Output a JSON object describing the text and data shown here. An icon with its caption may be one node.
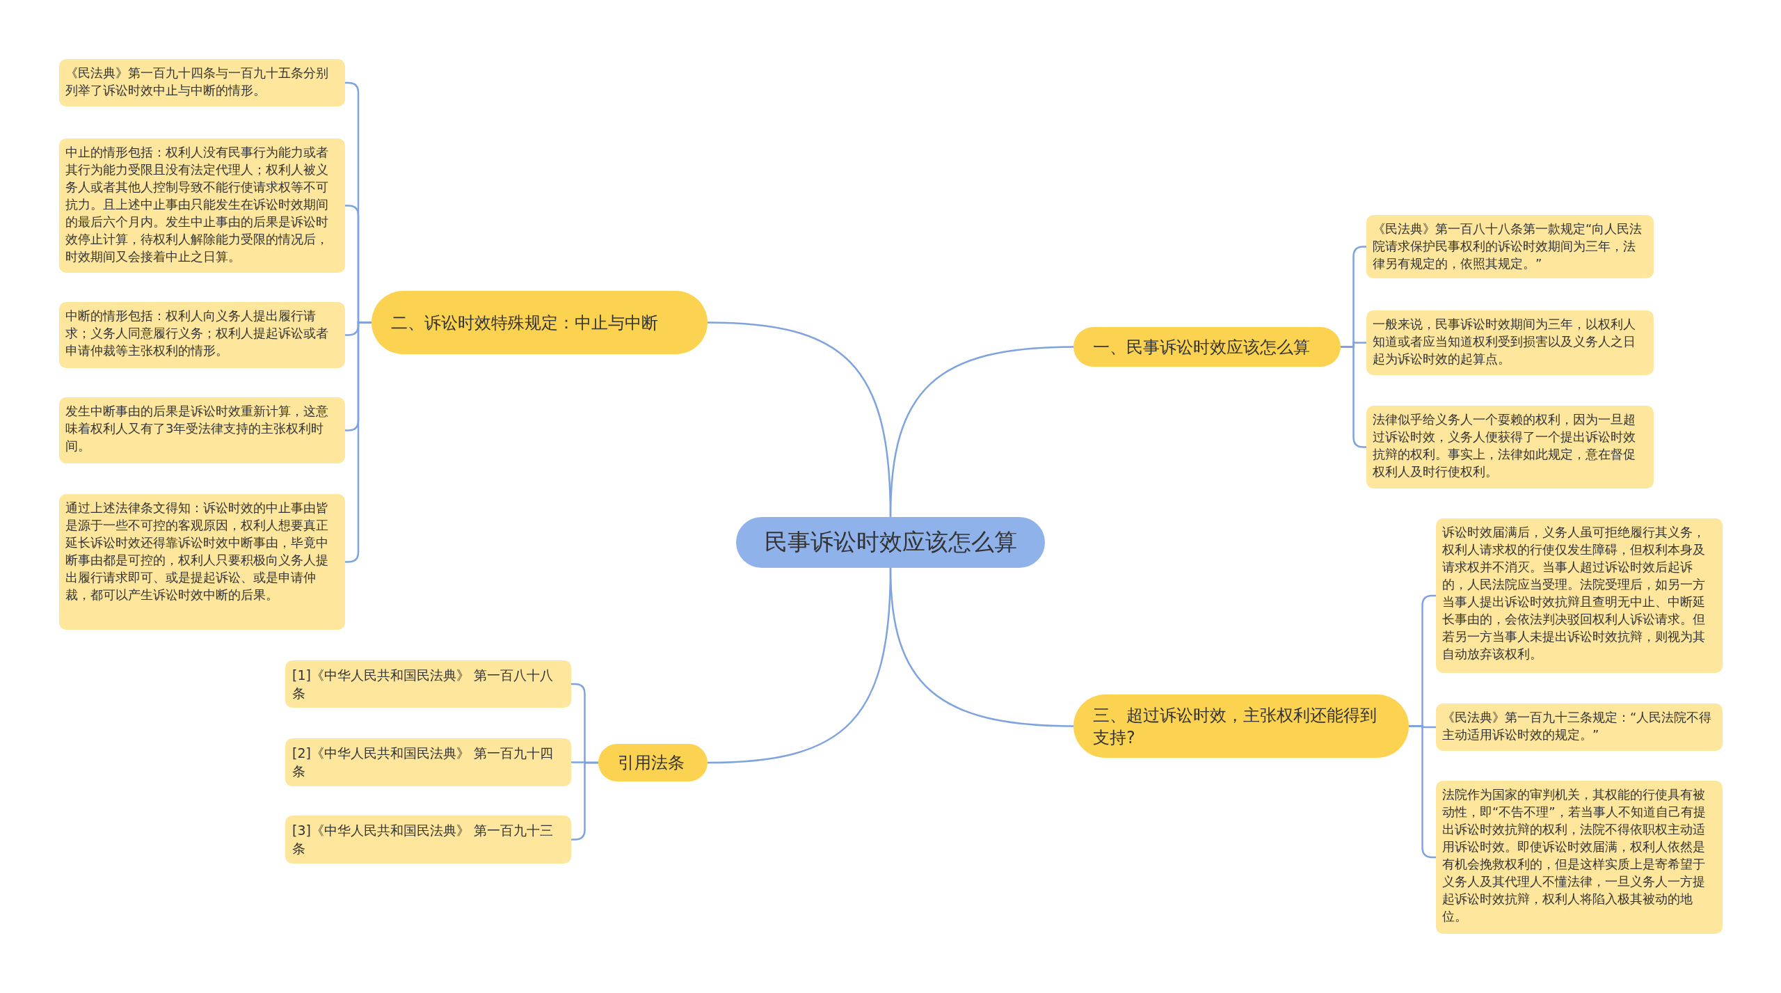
{
  "diagram": {
    "nodes": [
      {
        "text": [
          "民事诉讼时效应该怎么算"
        ]
      },
      {
        "text": [
          "一、民事诉讼时效应该怎么算"
        ]
      },
      {
        "text": [
          "《民法典》第一百八十八条第一款规定“向人民法院请求保护民事权利的诉讼时效期间为三年，法律另有规定的，依照其规定。”"
        ]
      },
      {
        "text": [
          "一般来说，民事诉讼时效期间为三年，以权利人知道或者应当知道权利受到损害以及义务人之日起为诉讼时效的起算点。"
        ]
      },
      {
        "text": [
          "法律似乎给义务人一个耍赖的权利，因为一旦超过诉讼时效，义务人便获得了一个提出诉讼时效抗辩的权利。事实上，法律如此规定，意在督促权利人及时行使权利。"
        ]
      },
      {
        "text": [
          "三、超过诉讼时效，主张权利还能得到支持?"
        ]
      },
      {
        "text": [
          "诉讼时效届满后，义务人虽可拒绝履行其义务，权利人请求权的行使仅发生障碍，但权利本身及请求权并不消灭。当事人超过诉讼时效后起诉的，人民法院应当受理。法院受理后，如另一方当事人提出诉讼时效抗辩且查明无中止、中断延长事由的，会依法判决驳回权利人诉讼请求。但若另一方当事人未提出诉讼时效抗辩，则视为其自动放弃该权利。"
        ]
      },
      {
        "text": [
          "《民法典》第一百九十三条规定：“人民法院不得主动适用诉讼时效的规定。”"
        ]
      },
      {
        "text": [
          "法院作为国家的审判机关，其权能的行使具有被动性，即“不告不理”，若当事人不知道自己有提出诉讼时效抗辩的权利，法院不得依职权主动适用诉讼时效。即使诉讼时效届满，权利人依然是有机会挽救权利的，但是这样实质上是寄希望于义务人及其代理人不懂法律，一旦义务人一方提起诉讼时效抗辩，权利人将陷入极其被动的地位。"
        ]
      },
      {
        "text": [
          "二、诉讼时效特殊规定：中止与中断"
        ]
      },
      {
        "text": [
          "《民法典》第一百九十四条与一百九十五条分别列举了诉讼时效中止与中断的情形。"
        ]
      },
      {
        "text": [
          "中止的情形包括：权利人没有民事行为能力或者其行为能力受限且没有法定代理人；权利人被义务人或者其他人控制导致不能行使请求权等不可抗力。且上述中止事由只能发生在诉讼时效期间的最后六个月内。发生中止事由的后果是诉讼时效停止计算，待权利人解除能力受限的情况后，时效期间又会接着中止之日算。"
        ]
      },
      {
        "text": [
          "中断的情形包括：权利人向义务人提出履行请求；义务人同意履行义务；权利人提起诉讼或者申请仲裁等主张权利的情形。"
        ]
      },
      {
        "text": [
          "发生中断事由的后果是诉讼时效重新计算，这意味着权利人又有了3年受法律支持的主张权利时间。"
        ]
      },
      {
        "text": [
          "通过上述法律条文得知：诉讼时效的中止事由皆是源于一些不可控的客观原因，权利人想要真正延长诉讼时效还得靠诉讼时效中断事由，毕竟中断事由都是可控的，权利人只要积极向义务人提出履行请求即可、或是提起诉讼、或是申请仲裁，都可以产生诉讼时效中断的后果。"
        ]
      },
      {
        "text": [
          "引用法条"
        ]
      },
      {
        "text": [
          "[1]《中华人民共和国民法典》 第一百八十八条"
        ]
      },
      {
        "text": [
          "[2]《中华人民共和国民法典》 第一百九十四条"
        ]
      },
      {
        "text": [
          "[3]《中华人民共和国民法典》 第一百九十三条"
        ]
      }
    ],
    "edges": [
      {
        "from": 0,
        "to": 1,
        "arrow": "none"
      },
      {
        "from": 1,
        "to": 2,
        "arrow": "none"
      },
      {
        "from": 1,
        "to": 3,
        "arrow": "none"
      },
      {
        "from": 1,
        "to": 4,
        "arrow": "none"
      },
      {
        "from": 0,
        "to": 5,
        "arrow": "none"
      },
      {
        "from": 5,
        "to": 6,
        "arrow": "none"
      },
      {
        "from": 5,
        "to": 7,
        "arrow": "none"
      },
      {
        "from": 5,
        "to": 8,
        "arrow": "none"
      },
      {
        "from": 0,
        "to": 9,
        "arrow": "none"
      },
      {
        "from": 9,
        "to": 10,
        "arrow": "none"
      },
      {
        "from": 9,
        "to": 11,
        "arrow": "none"
      },
      {
        "from": 9,
        "to": 12,
        "arrow": "none"
      },
      {
        "from": 9,
        "to": 13,
        "arrow": "none"
      },
      {
        "from": 9,
        "to": 14,
        "arrow": "none"
      },
      {
        "from": 0,
        "to": 15,
        "arrow": "none"
      },
      {
        "from": 15,
        "to": 16,
        "arrow": "none"
      },
      {
        "from": 15,
        "to": 17,
        "arrow": "none"
      },
      {
        "from": 15,
        "to": 18,
        "arrow": "none"
      }
    ]
  }
}
